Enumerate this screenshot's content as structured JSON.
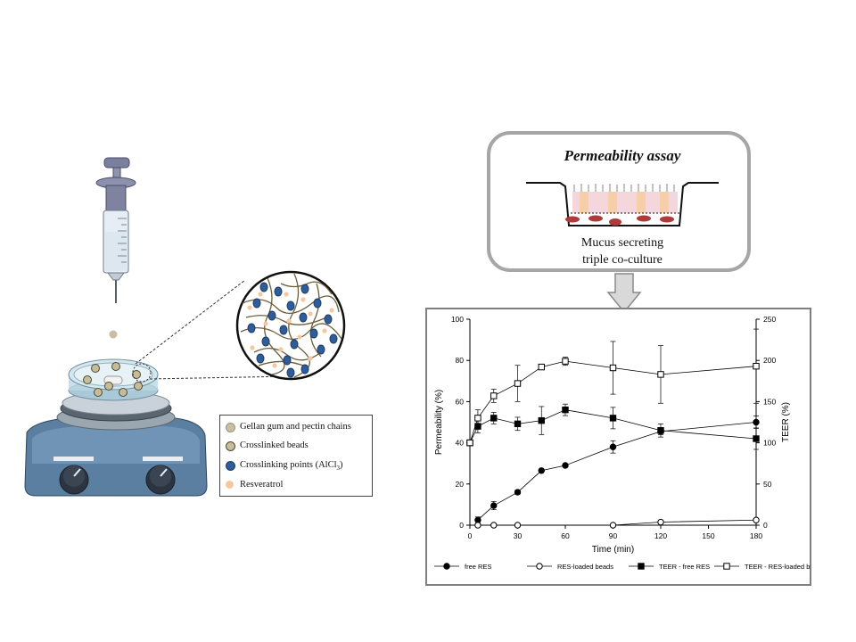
{
  "assay": {
    "title": "Permeability assay",
    "caption_line1": "Mucus secreting",
    "caption_line2": "triple co-culture"
  },
  "legend_box": {
    "items": [
      {
        "label": "Gellan gum and pectin chains",
        "color": "#c8bfa0",
        "border": "#9e967a"
      },
      {
        "label": "Crosslinked beads",
        "color": "#c7bc98",
        "border": "#4a4a3a"
      },
      {
        "label": "Crosslinking points (AlCl",
        "sub": "3",
        "tail": ")",
        "color": "#2f5d9a",
        "border": "#1d3c66"
      },
      {
        "label": "Resveratrol",
        "color": "#f5c7a0",
        "border": "#f5c7a0"
      }
    ]
  },
  "chart_data": {
    "type": "line",
    "xlabel": "Time (min)",
    "ylabel": "Permeability (%)",
    "y2label": "TEER (%)",
    "xlim": [
      0,
      180
    ],
    "ylim": [
      0,
      100
    ],
    "y2lim": [
      0,
      250
    ],
    "xticks": [
      0,
      30,
      60,
      90,
      120,
      150,
      180
    ],
    "yticks": [
      0,
      20,
      40,
      60,
      80,
      100
    ],
    "y2ticks": [
      0,
      50,
      100,
      150,
      200,
      250
    ],
    "series": [
      {
        "name": "free RES",
        "axis": "left",
        "marker": "filled-circle",
        "x": [
          5,
          15,
          30,
          45,
          60,
          90,
          120,
          180
        ],
        "y": [
          2.5,
          9.5,
          16,
          26.5,
          29,
          38,
          45.5,
          50
        ],
        "err": [
          1.5,
          2,
          1,
          0.5,
          0.5,
          3,
          1.5,
          3
        ]
      },
      {
        "name": "RES-loaded beads",
        "axis": "left",
        "marker": "open-circle",
        "x": [
          5,
          15,
          30,
          90,
          120,
          180
        ],
        "y": [
          0,
          0,
          0,
          0,
          1.5,
          2.5
        ],
        "err": [
          0,
          0,
          0,
          0,
          0.3,
          0.3
        ]
      },
      {
        "name": "TEER - free RES",
        "axis": "right",
        "marker": "filled-square",
        "x": [
          0,
          5,
          15,
          30,
          45,
          60,
          90,
          120,
          180
        ],
        "y": [
          100,
          120,
          130,
          123,
          127,
          140,
          130,
          115,
          105
        ],
        "err": [
          0,
          8,
          7,
          8,
          17,
          7,
          13,
          8,
          13
        ]
      },
      {
        "name": "TEER - RES-loaded beads",
        "axis": "right",
        "marker": "open-square",
        "x": [
          0,
          5,
          15,
          30,
          45,
          60,
          90,
          120,
          180
        ],
        "y": [
          100,
          130,
          157,
          172,
          192,
          199,
          191,
          183,
          193
        ],
        "err": [
          0,
          10,
          8,
          22,
          0,
          5,
          32,
          35,
          45
        ]
      }
    ]
  }
}
